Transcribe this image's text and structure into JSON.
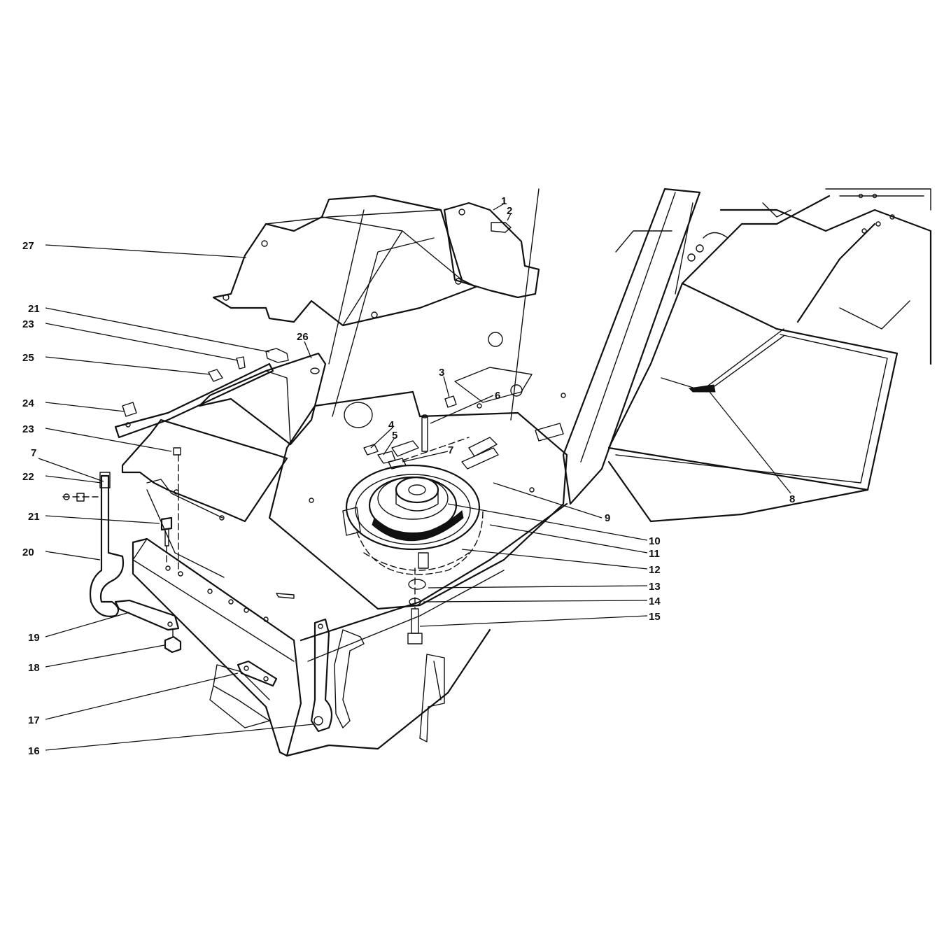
{
  "callouts": [
    {
      "id": "c1",
      "label": "1"
    },
    {
      "id": "c2",
      "label": "2"
    },
    {
      "id": "c3",
      "label": "3"
    },
    {
      "id": "c4",
      "label": "4"
    },
    {
      "id": "c5",
      "label": "5"
    },
    {
      "id": "c6",
      "label": "6"
    },
    {
      "id": "c7a",
      "label": "7"
    },
    {
      "id": "c7b",
      "label": "7"
    },
    {
      "id": "c8",
      "label": "8"
    },
    {
      "id": "c9",
      "label": "9"
    },
    {
      "id": "c10",
      "label": "10"
    },
    {
      "id": "c11",
      "label": "11"
    },
    {
      "id": "c12",
      "label": "12"
    },
    {
      "id": "c13",
      "label": "13"
    },
    {
      "id": "c14",
      "label": "14"
    },
    {
      "id": "c15",
      "label": "15"
    },
    {
      "id": "c16",
      "label": "16"
    },
    {
      "id": "c17",
      "label": "17"
    },
    {
      "id": "c18",
      "label": "18"
    },
    {
      "id": "c19",
      "label": "19"
    },
    {
      "id": "c20",
      "label": "20"
    },
    {
      "id": "c21a",
      "label": "21"
    },
    {
      "id": "c21b",
      "label": "21"
    },
    {
      "id": "c22",
      "label": "22"
    },
    {
      "id": "c23a",
      "label": "23"
    },
    {
      "id": "c23b",
      "label": "23"
    },
    {
      "id": "c24",
      "label": "24"
    },
    {
      "id": "c25",
      "label": "25"
    },
    {
      "id": "c26",
      "label": "26"
    },
    {
      "id": "c27",
      "label": "27"
    }
  ]
}
